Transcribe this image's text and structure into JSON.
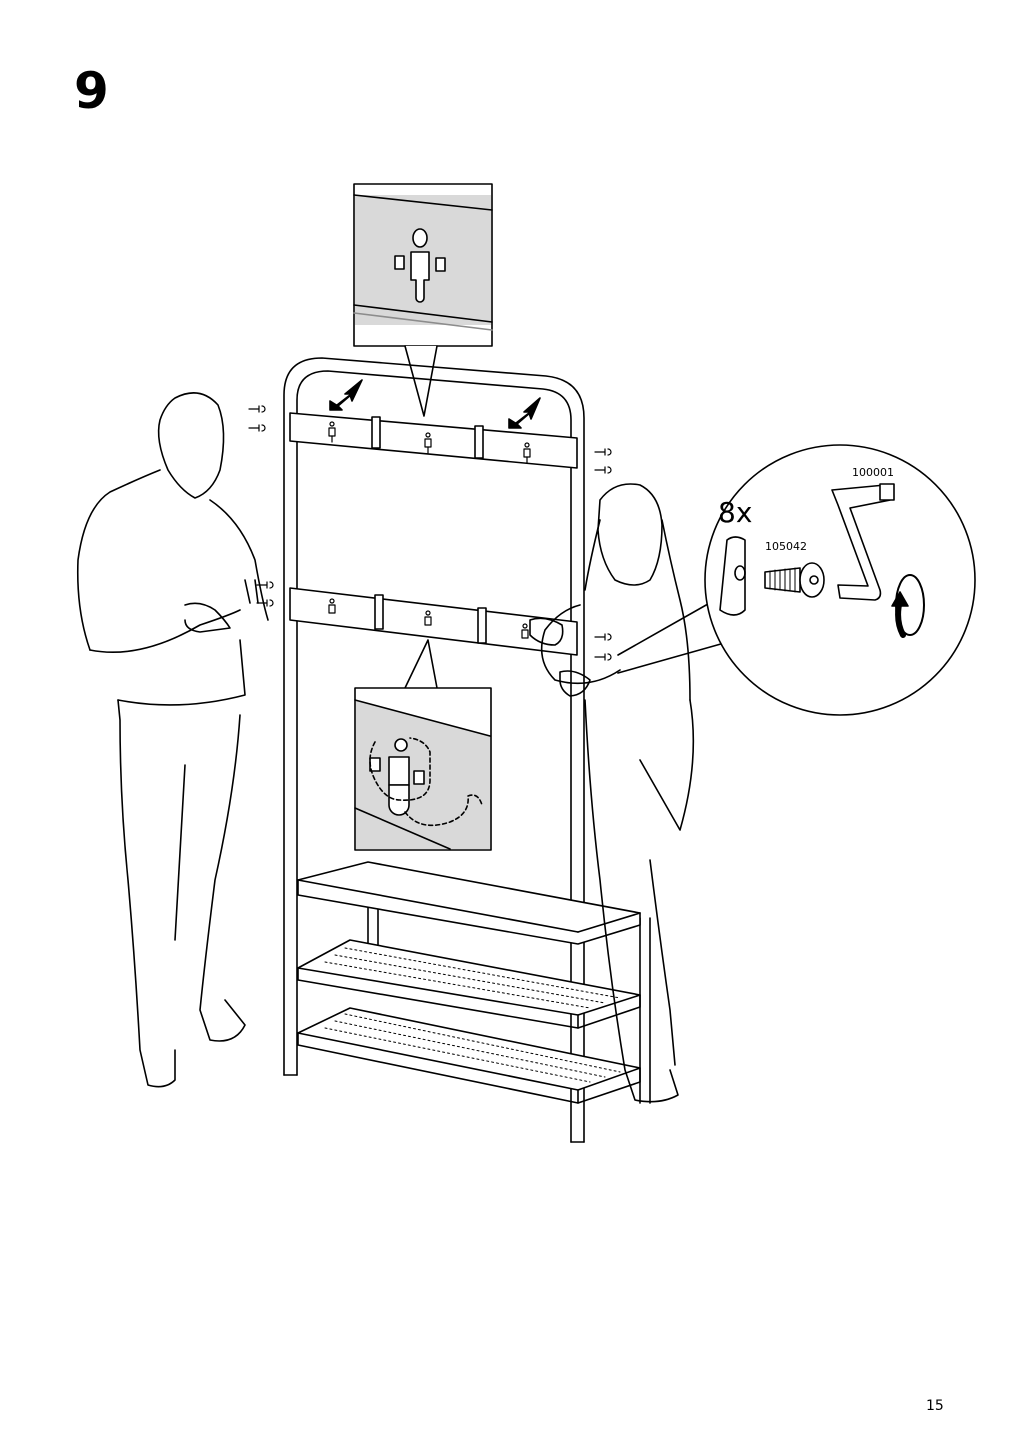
{
  "step": {
    "number": "9"
  },
  "callout": {
    "quantity": "8x",
    "screw_part_number": "105042",
    "allen_key_part_number": "100001"
  },
  "page": {
    "number": "15"
  },
  "colors": {
    "ink": "#000000",
    "panel_gray": "#d9d9d9",
    "shadow_gray": "#8c8c8c",
    "paper": "#ffffff"
  }
}
